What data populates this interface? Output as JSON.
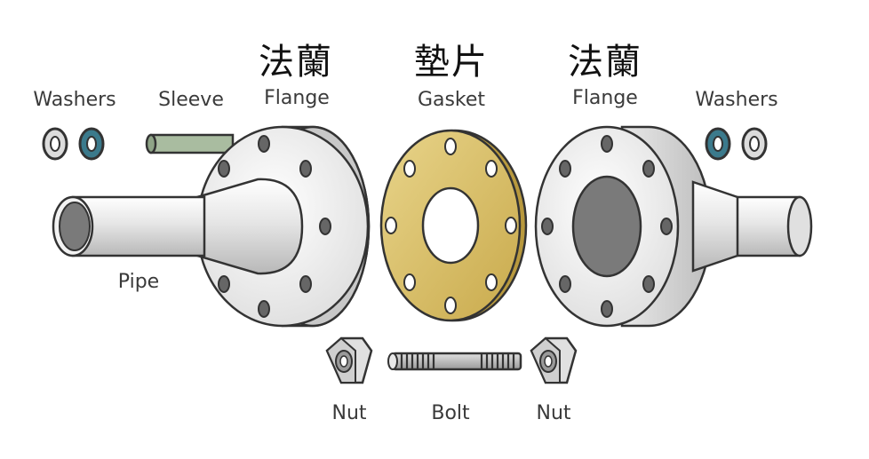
{
  "labels": {
    "flange_cn_left": "法蘭",
    "gasket_cn": "墊片",
    "flange_cn_right": "法蘭",
    "washers_left": "Washers",
    "sleeve": "Sleeve",
    "flange_left": "Flange",
    "gasket": "Gasket",
    "flange_right": "Flange",
    "washers_right": "Washers",
    "pipe": "Pipe",
    "nut_left": "Nut",
    "bolt": "Bolt",
    "nut_right": "Nut"
  },
  "colors": {
    "outline": "#333333",
    "metal_light": "#f2f2f2",
    "metal_mid": "#d9d9d9",
    "metal_dark": "#7a7a7a",
    "gasket_fill": "#d9c06a",
    "washer_blue": "#3b7a8c",
    "sleeve_green": "#a9bca0"
  }
}
